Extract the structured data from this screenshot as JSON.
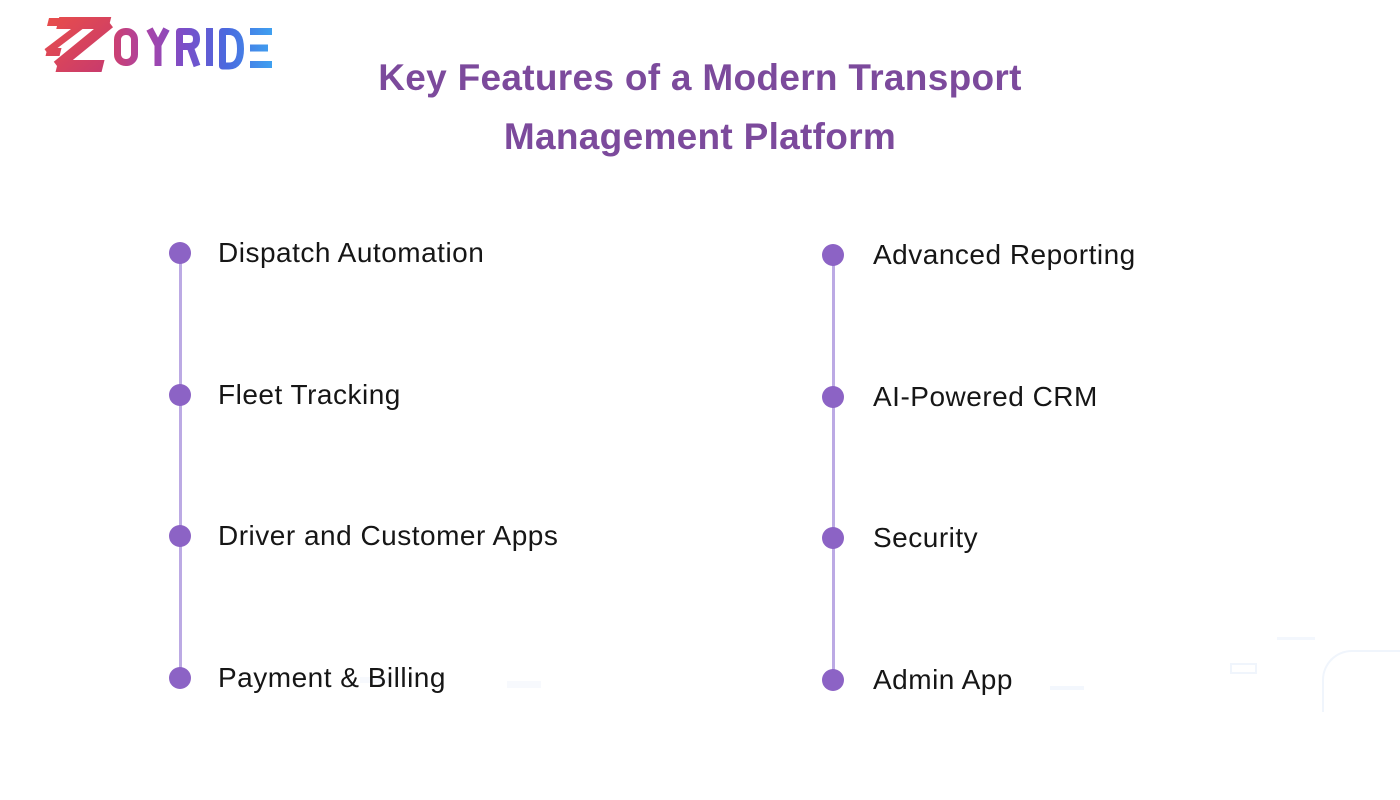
{
  "logo": {
    "brand": "ZOYRIDE",
    "mark": "double-z",
    "gradient_start": "#E94E4A",
    "gradient_mid": "#7B4EC8",
    "gradient_end": "#3FA0F0"
  },
  "title": {
    "line1": "Key Features of a Modern Transport",
    "line2": "Management Platform",
    "color": "#7C4A9C"
  },
  "features": {
    "left": [
      "Dispatch Automation",
      "Fleet Tracking",
      "Driver and Customer Apps",
      "Payment & Billing"
    ],
    "right": [
      "Advanced Reporting",
      "AI-Powered CRM",
      "Security",
      "Admin App"
    ]
  },
  "style": {
    "bullet_dot_color": "#8C63C5",
    "connector_line_color": "#BCAAE4",
    "label_color": "#161616",
    "background": "#FFFFFF"
  }
}
